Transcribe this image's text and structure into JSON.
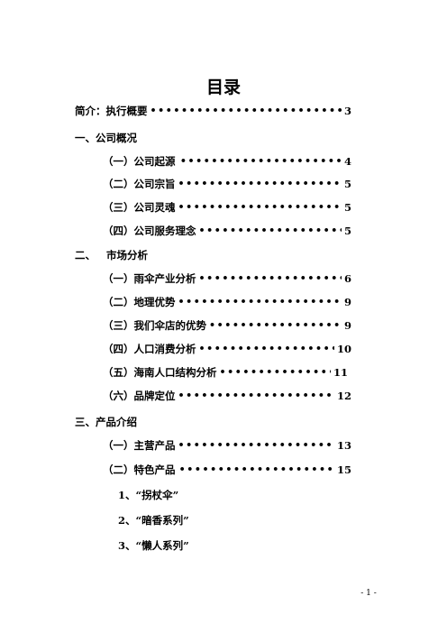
{
  "title": "目录",
  "leader_dots": "••••••••••••••••••••••••••••••••••••••••••••••••••••••••••••••••••••••",
  "toc": {
    "intro": {
      "label": "简介：执行概要",
      "page": "3"
    },
    "s1": {
      "heading": "一、公司概况",
      "items": [
        {
          "label": "（一）公司起源",
          "page": "4"
        },
        {
          "label": "（二）公司宗旨",
          "page": "5"
        },
        {
          "label": "（三）公司灵魂",
          "page": "5"
        },
        {
          "label": "（四）公司服务理念",
          "page": "5"
        }
      ]
    },
    "s2": {
      "heading": "二、   市场分析",
      "items": [
        {
          "label": "（一）雨伞产业分析",
          "page": "6"
        },
        {
          "label": "（二）地理优势",
          "page": "9"
        },
        {
          "label": "（三）我们伞店的优势",
          "page": "9"
        },
        {
          "label": "（四）人口消费分析",
          "page": "10"
        },
        {
          "label": "（五）海南人口结构分析",
          "page": "11"
        },
        {
          "label": "（六）品牌定位",
          "page": "12"
        }
      ]
    },
    "s3": {
      "heading": "三、产品介绍",
      "items": [
        {
          "label": "（一）主营产品",
          "page": "13"
        },
        {
          "label": "（二）特色产品",
          "page": "15"
        }
      ],
      "subitems": [
        "1、“拐杖伞”",
        "2、“暗香系列”",
        "3、“懒人系列”"
      ]
    }
  },
  "footer": "- 1 -"
}
